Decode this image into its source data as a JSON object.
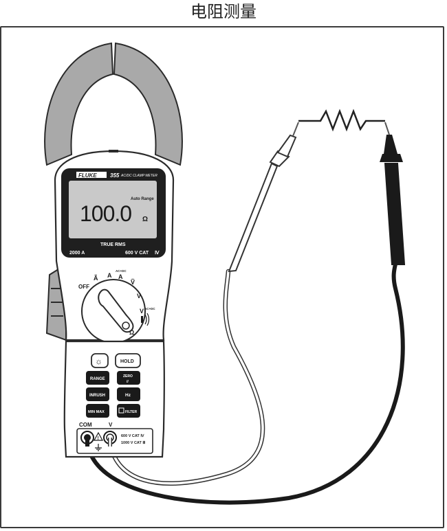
{
  "title": "电阻测量",
  "meter": {
    "brand": "FLUKE",
    "model": "355",
    "model_desc": "AC/DC CLAMP METER",
    "range_mode": "Auto Range",
    "reading": "100.0",
    "unit": "Ω",
    "true_rms": "TRUE RMS",
    "current_rating": "2000 A",
    "cat_rating": "600 V CAT",
    "cat_roman": "Ⅳ"
  },
  "dial": {
    "off": "OFF",
    "ac_amp": "Ã",
    "dc_amp": "A",
    "acdc_amp_super": "AC+DC",
    "acdc_amp": "A",
    "ac_volt": "Ṽ",
    "dc_volt": "V",
    "acdc_volt": "V",
    "acdc_volt_super": "AC+DC",
    "ohm": "Ω"
  },
  "buttons": {
    "backlight": "☼",
    "hold": "HOLD",
    "range": "RANGE",
    "zero": "ZERO",
    "inrush": "INRUSH",
    "hz": "Hz",
    "minmax": "MIN MAX",
    "filter": "FILTER"
  },
  "terminals": {
    "com": "COM",
    "v": "V",
    "rating1": "600 V CAT Ⅳ",
    "rating2": "1000 V CAT Ⅲ"
  },
  "colors": {
    "jaw": "#a9a9a9",
    "body_outline": "#2a2a2a",
    "lcd": "#c9c9c9",
    "display_frame": "#1f1f1f",
    "black_lead": "#1a1a1a",
    "red_lead_outline": "#333333"
  }
}
